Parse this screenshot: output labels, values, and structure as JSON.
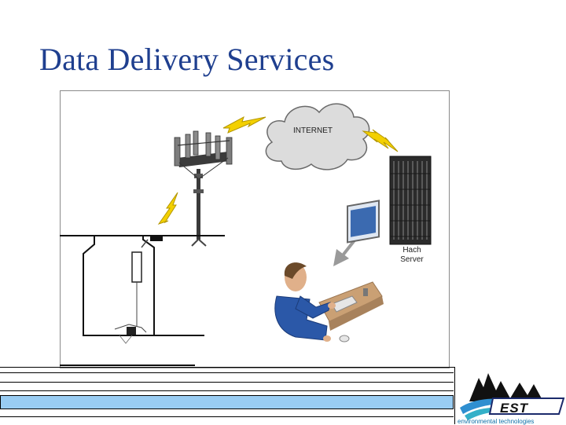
{
  "slide": {
    "title": "Data Delivery Services"
  },
  "diagram": {
    "cloud_label": "INTERNET",
    "server_label_line1": "Hach",
    "server_label_line2": "Server"
  },
  "logo": {
    "name": "EST",
    "tagline": "environmental technologies",
    "colors": {
      "navy": "#1b2a6b",
      "blue": "#2f8fd0",
      "teal": "#34b0c8",
      "dark": "#111111"
    }
  },
  "colors": {
    "title": "#1f3f8f",
    "footer_bar": "#99ccf2",
    "lightning": "#f3d000",
    "server": "#2b2b2b",
    "cloud": "#d9d9d9"
  }
}
